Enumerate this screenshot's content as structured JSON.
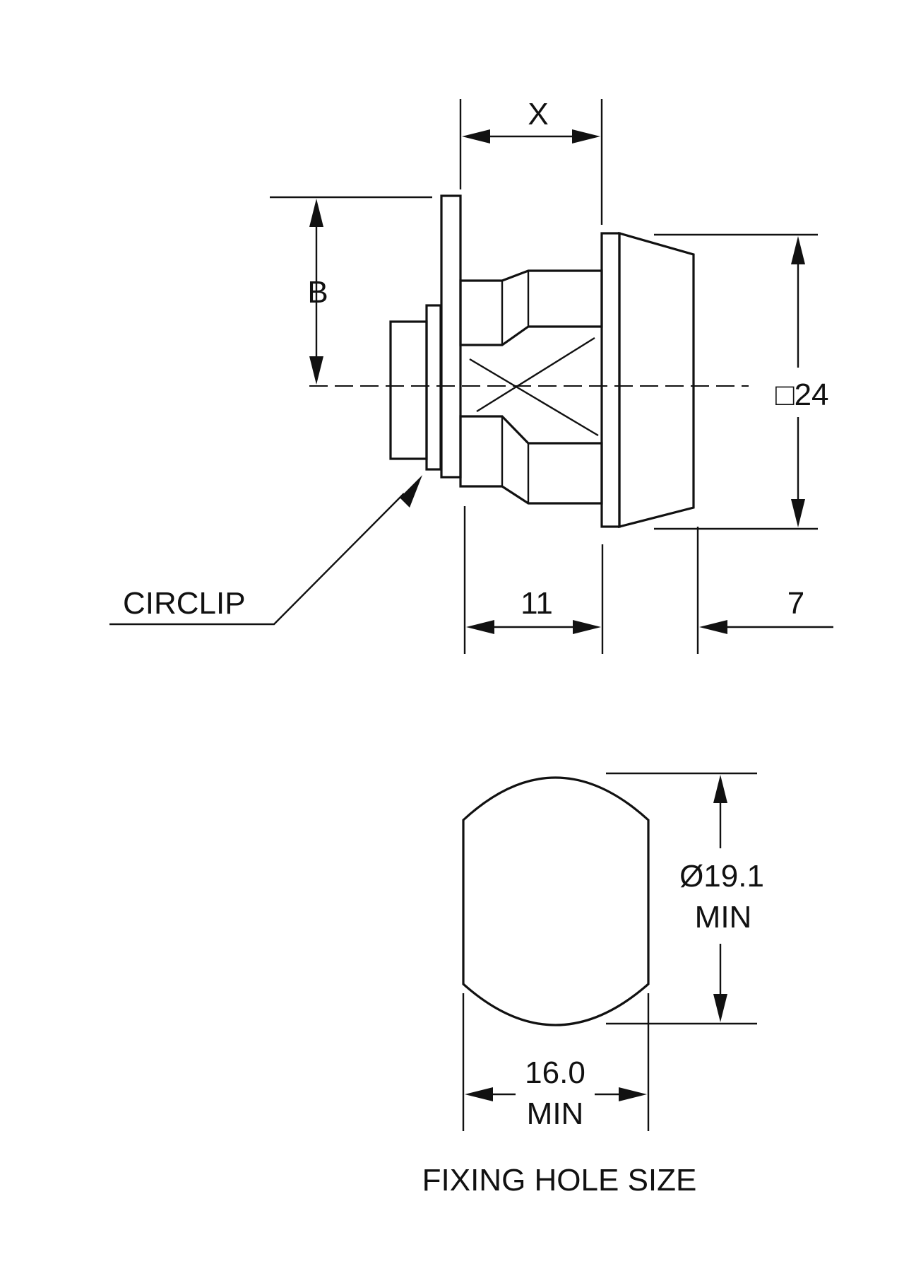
{
  "labels": {
    "x": "X",
    "b": "B",
    "square": "□24",
    "circlip": "CIRCLIP",
    "eleven": "11",
    "seven": "7",
    "diameter": "Ø19.1",
    "diameter_min": "MIN",
    "width": "16.0",
    "width_min": "MIN",
    "caption": "FIXING HOLE SIZE"
  }
}
